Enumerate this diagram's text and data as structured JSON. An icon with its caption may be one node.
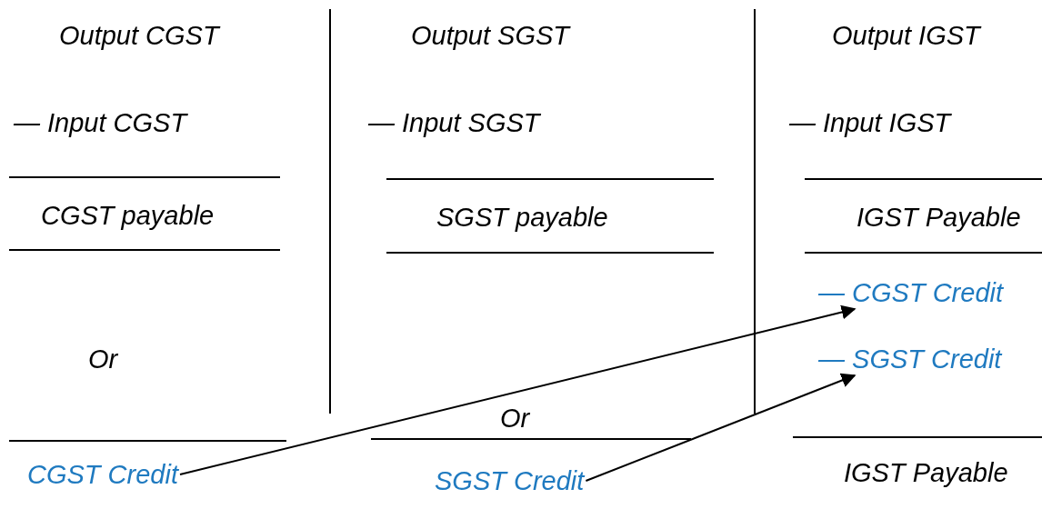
{
  "diagram": {
    "nodes": [
      {
        "text": [
          "— CGST Credit"
        ]
      },
      {
        "text": [
          "— SGST Credit"
        ]
      },
      {
        "text": [
          "CGST Credit"
        ]
      },
      {
        "text": [
          "SGST Credit"
        ]
      }
    ],
    "edges": [
      {
        "from": 2,
        "to": 0,
        "arrow": "to"
      },
      {
        "from": 3,
        "to": 1,
        "arrow": "to"
      }
    ],
    "labels": [
      "Output CGST",
      "Output SGST",
      "Output IGST",
      "— Input CGST",
      "— Input SGST",
      "— Input IGST",
      "CGST payable",
      "SGST payable",
      "IGST Payable",
      "Or",
      "Or",
      "IGST Payable"
    ]
  }
}
